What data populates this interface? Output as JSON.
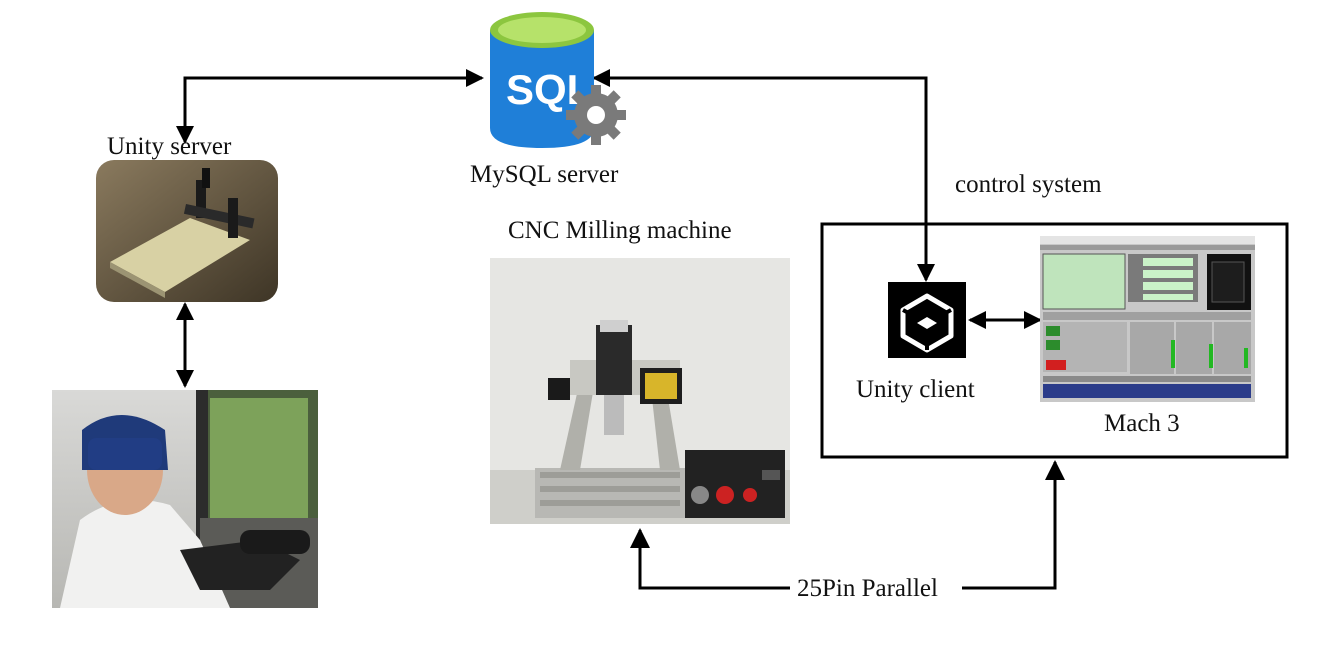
{
  "nodes": {
    "unity_server": {
      "label": "Unity server"
    },
    "mysql_server": {
      "label": "MySQL server",
      "logo_text": "SQL"
    },
    "cnc_machine": {
      "label": "CNC Milling machine"
    },
    "control_system": {
      "label": "control system"
    },
    "unity_client": {
      "label": "Unity client"
    },
    "mach3": {
      "label": "Mach 3"
    },
    "vr_user": {
      "label": ""
    }
  },
  "edges": [
    {
      "from": "unity_server",
      "to": "mysql_server",
      "direction": "both",
      "label": ""
    },
    {
      "from": "mysql_server",
      "to": "unity_client",
      "direction": "both",
      "label": ""
    },
    {
      "from": "unity_server",
      "to": "vr_user",
      "direction": "both",
      "label": ""
    },
    {
      "from": "unity_client",
      "to": "mach3",
      "direction": "both",
      "label": ""
    },
    {
      "from": "cnc_machine",
      "to": "control_system",
      "direction": "both",
      "label": "25Pin Parallel"
    }
  ],
  "colors": {
    "arrow": "#000000",
    "sql_blue": "#1f7fd8",
    "sql_top": "#8cc63f",
    "gear": "#7a7a7a",
    "unity_bg": "#000000"
  }
}
